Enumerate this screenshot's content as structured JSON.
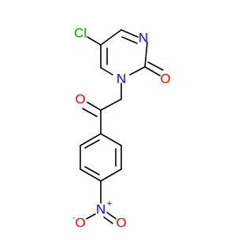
{
  "molecule": {
    "atoms": {
      "chlorine": "Cl",
      "ring_nitrogen_top": "N",
      "ring_nitrogen_bottom": "N",
      "carbonyl_oxygen_ring": "O",
      "ketone_oxygen": "O",
      "nitro_nitrogen": "N",
      "nitro_nitrogen_charge": "+",
      "nitro_oxygen_left": "O",
      "nitro_oxygen_left_charge": "-",
      "nitro_oxygen_right": "O"
    },
    "colors": {
      "bond": "#000000",
      "chlorine": "#00a000",
      "nitrogen": "#0000ff",
      "oxygen": "#ff0000"
    }
  }
}
